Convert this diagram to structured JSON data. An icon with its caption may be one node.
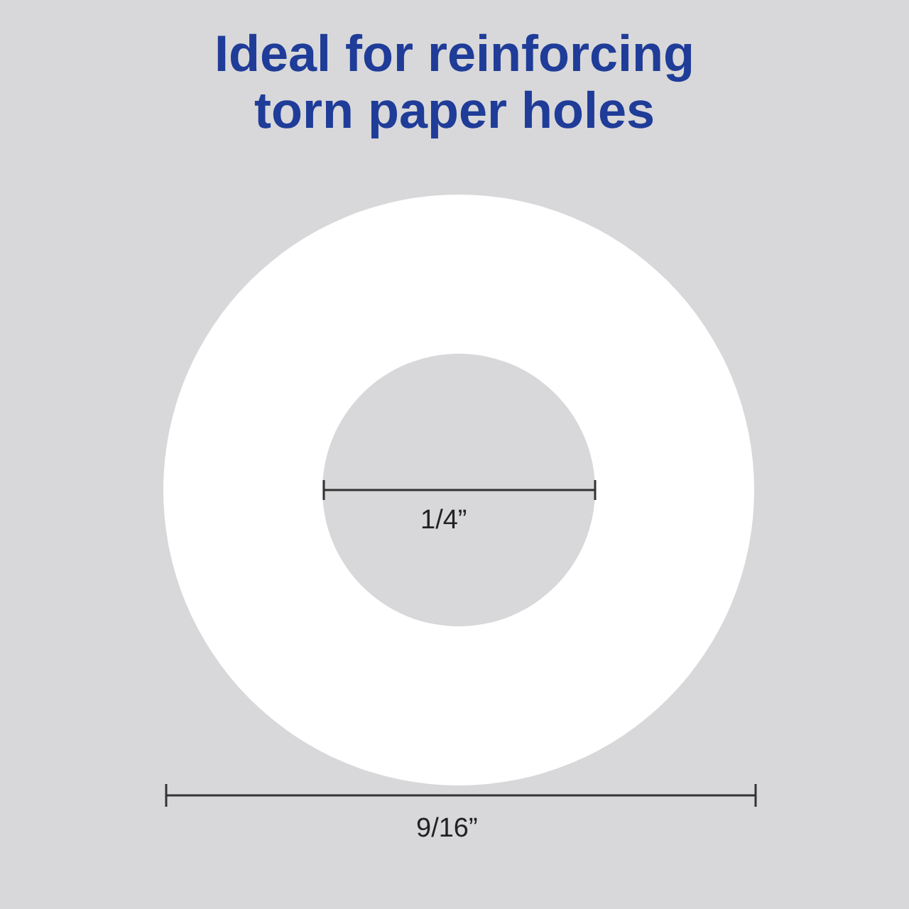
{
  "diagram": {
    "title": "Ideal for reinforcing torn paper holes",
    "labels": [
      "1/4”",
      "9/16”"
    ]
  }
}
